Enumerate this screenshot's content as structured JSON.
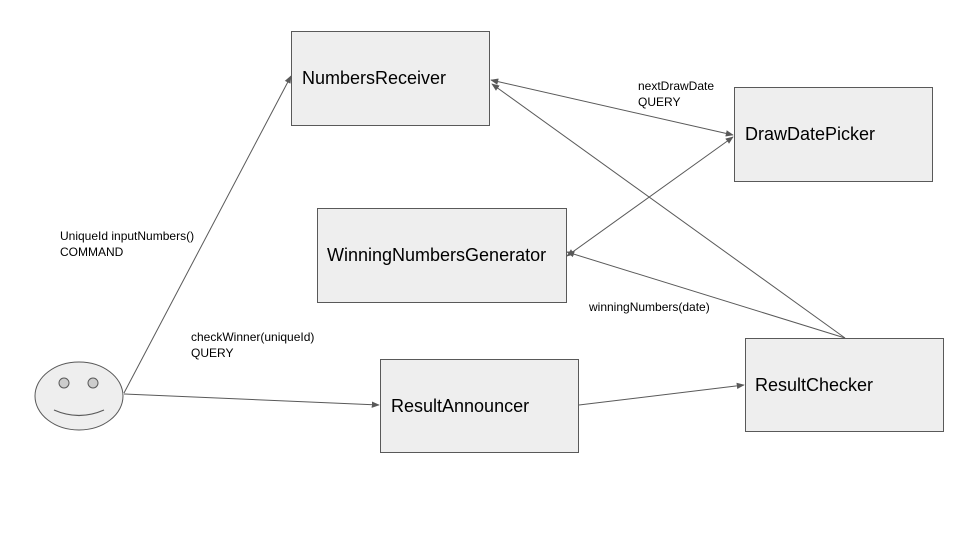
{
  "colors": {
    "box_fill": "#eeeeee",
    "box_border": "#595959",
    "line": "#595959"
  },
  "nodes": {
    "numbers_receiver": "NumbersReceiver",
    "draw_date_picker": "DrawDatePicker",
    "winning_numbers_generator": "WinningNumbersGenerator",
    "result_announcer": "ResultAnnouncer",
    "result_checker": "ResultChecker"
  },
  "labels": {
    "input_numbers": {
      "line1": "UniqueId inputNumbers()",
      "line2": "COMMAND"
    },
    "next_draw_date": {
      "line1": "nextDrawDate",
      "line2": "QUERY"
    },
    "check_winner": {
      "line1": "checkWinner(uniqueId)",
      "line2": "QUERY"
    },
    "winning_numbers": "winningNumbers(date)"
  },
  "actor": {
    "icon": "smiley-face-icon"
  }
}
